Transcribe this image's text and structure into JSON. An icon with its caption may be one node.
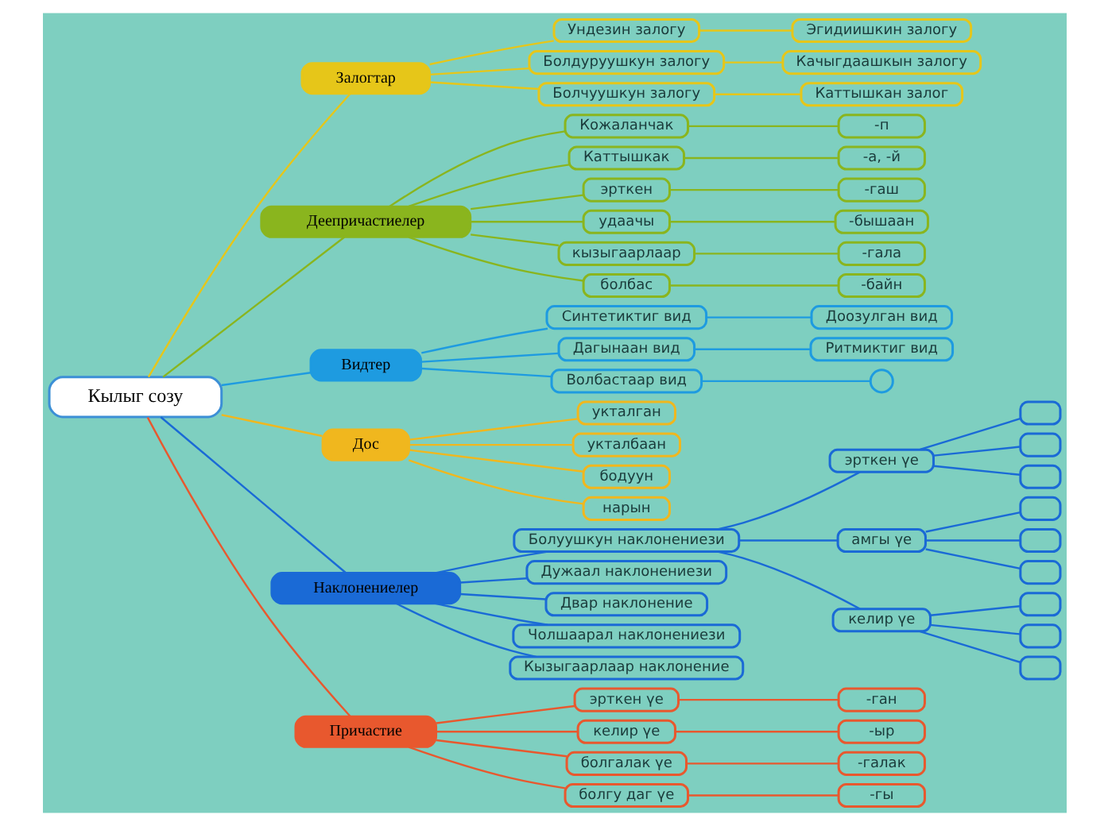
{
  "diagram": {
    "nodes": [
      {
        "text": [
          "Кылыг созу"
        ]
      },
      {
        "text": [
          "Залогтар"
        ]
      },
      {
        "text": [
          "Ундезин залогу"
        ]
      },
      {
        "text": [
          "Эгидиишкин залогу"
        ]
      },
      {
        "text": [
          "Болдуруушкун залогу"
        ]
      },
      {
        "text": [
          "Качыгдаашкын залогу"
        ]
      },
      {
        "text": [
          "Болчуушкун залогу"
        ]
      },
      {
        "text": [
          "Каттышкан залог"
        ]
      },
      {
        "text": [
          "Деепричастиелер"
        ]
      },
      {
        "text": [
          "Кожаланчак"
        ]
      },
      {
        "text": [
          "-п"
        ]
      },
      {
        "text": [
          "Каттышкак"
        ]
      },
      {
        "text": [
          "-а, -й"
        ]
      },
      {
        "text": [
          "эрткен"
        ]
      },
      {
        "text": [
          "-гаш"
        ]
      },
      {
        "text": [
          "удаачы"
        ]
      },
      {
        "text": [
          "-бышаан"
        ]
      },
      {
        "text": [
          "кызыгаарлаар"
        ]
      },
      {
        "text": [
          "-гала"
        ]
      },
      {
        "text": [
          "болбас"
        ]
      },
      {
        "text": [
          "-байн"
        ]
      },
      {
        "text": [
          "Видтер"
        ]
      },
      {
        "text": [
          "Синтетиктиг вид"
        ]
      },
      {
        "text": [
          "Доозулган вид"
        ]
      },
      {
        "text": [
          "Дагынаан вид"
        ]
      },
      {
        "text": [
          "Ритмиктиг вид"
        ]
      },
      {
        "text": [
          "Волбастаар вид"
        ]
      },
      {
        "text": [],
        "shape": "circle"
      },
      {
        "text": [
          "Дос"
        ]
      },
      {
        "text": [
          "укталган"
        ]
      },
      {
        "text": [
          "укталбаан"
        ]
      },
      {
        "text": [
          "бодуун"
        ]
      },
      {
        "text": [
          "нарын"
        ]
      },
      {
        "text": [
          "Наклонениелер"
        ]
      },
      {
        "text": [
          "Болуушкун наклонениези"
        ]
      },
      {
        "text": [
          "эрткен үе"
        ]
      },
      {
        "text": [],
        "shape": "box"
      },
      {
        "text": [],
        "shape": "box"
      },
      {
        "text": [],
        "shape": "box"
      },
      {
        "text": [
          "амгы үе"
        ]
      },
      {
        "text": [],
        "shape": "box"
      },
      {
        "text": [],
        "shape": "box"
      },
      {
        "text": [],
        "shape": "box"
      },
      {
        "text": [
          "келир үе"
        ]
      },
      {
        "text": [],
        "shape": "box"
      },
      {
        "text": [],
        "shape": "box"
      },
      {
        "text": [],
        "shape": "box"
      },
      {
        "text": [
          "Дужаал наклонениези"
        ]
      },
      {
        "text": [
          "Двар наклонение"
        ]
      },
      {
        "text": [
          "Чолшаарал наклонениези"
        ]
      },
      {
        "text": [
          "Кызыгаарлаар наклонение"
        ]
      },
      {
        "text": [
          "Причастие"
        ]
      },
      {
        "text": [
          "эрткен үе"
        ]
      },
      {
        "text": [
          "-ган"
        ]
      },
      {
        "text": [
          "келир үе"
        ]
      },
      {
        "text": [
          "-ыр"
        ]
      },
      {
        "text": [
          "болгалак үе"
        ]
      },
      {
        "text": [
          "-галак"
        ]
      },
      {
        "text": [
          "болгу даг үе"
        ]
      },
      {
        "text": [
          "-гы"
        ]
      }
    ],
    "edges": [
      {
        "from": 0,
        "to": 1,
        "arrow": "none",
        "color": "#e6c619"
      },
      {
        "from": 1,
        "to": 2,
        "arrow": "none",
        "color": "#e6c619"
      },
      {
        "from": 2,
        "to": 3,
        "arrow": "none",
        "color": "#e6c619"
      },
      {
        "from": 1,
        "to": 4,
        "arrow": "none",
        "color": "#e6c619"
      },
      {
        "from": 4,
        "to": 5,
        "arrow": "none",
        "color": "#e6c619"
      },
      {
        "from": 1,
        "to": 6,
        "arrow": "none",
        "color": "#e6c619"
      },
      {
        "from": 6,
        "to": 7,
        "arrow": "none",
        "color": "#e6c619"
      },
      {
        "from": 0,
        "to": 8,
        "arrow": "none",
        "color": "#8ab51e"
      },
      {
        "from": 8,
        "to": 9,
        "arrow": "none",
        "color": "#8ab51e"
      },
      {
        "from": 9,
        "to": 10,
        "arrow": "none",
        "color": "#8ab51e"
      },
      {
        "from": 8,
        "to": 11,
        "arrow": "none",
        "color": "#8ab51e"
      },
      {
        "from": 11,
        "to": 12,
        "arrow": "none",
        "color": "#8ab51e"
      },
      {
        "from": 8,
        "to": 13,
        "arrow": "none",
        "color": "#8ab51e"
      },
      {
        "from": 13,
        "to": 14,
        "arrow": "none",
        "color": "#8ab51e"
      },
      {
        "from": 8,
        "to": 15,
        "arrow": "none",
        "color": "#8ab51e"
      },
      {
        "from": 15,
        "to": 16,
        "arrow": "none",
        "color": "#8ab51e"
      },
      {
        "from": 8,
        "to": 17,
        "arrow": "none",
        "color": "#8ab51e"
      },
      {
        "from": 17,
        "to": 18,
        "arrow": "none",
        "color": "#8ab51e"
      },
      {
        "from": 8,
        "to": 19,
        "arrow": "none",
        "color": "#8ab51e"
      },
      {
        "from": 19,
        "to": 20,
        "arrow": "none",
        "color": "#8ab51e"
      },
      {
        "from": 0,
        "to": 21,
        "arrow": "none",
        "color": "#1e9be0"
      },
      {
        "from": 21,
        "to": 22,
        "arrow": "none",
        "color": "#1e9be0"
      },
      {
        "from": 22,
        "to": 23,
        "arrow": "none",
        "color": "#1e9be0"
      },
      {
        "from": 21,
        "to": 24,
        "arrow": "none",
        "color": "#1e9be0"
      },
      {
        "from": 24,
        "to": 25,
        "arrow": "none",
        "color": "#1e9be0"
      },
      {
        "from": 21,
        "to": 26,
        "arrow": "none",
        "color": "#1e9be0"
      },
      {
        "from": 26,
        "to": 27,
        "arrow": "none",
        "color": "#1e9be0"
      },
      {
        "from": 0,
        "to": 28,
        "arrow": "none",
        "color": "#f0b71e"
      },
      {
        "from": 28,
        "to": 29,
        "arrow": "none",
        "color": "#f0b71e"
      },
      {
        "from": 28,
        "to": 30,
        "arrow": "none",
        "color": "#f0b71e"
      },
      {
        "from": 28,
        "to": 31,
        "arrow": "none",
        "color": "#f0b71e"
      },
      {
        "from": 28,
        "to": 32,
        "arrow": "none",
        "color": "#f0b71e"
      },
      {
        "from": 0,
        "to": 33,
        "arrow": "none",
        "color": "#1a6ad6"
      },
      {
        "from": 33,
        "to": 34,
        "arrow": "none",
        "color": "#1a6ad6"
      },
      {
        "from": 34,
        "to": 35,
        "arrow": "none",
        "color": "#1a6ad6"
      },
      {
        "from": 35,
        "to": 36,
        "arrow": "none",
        "color": "#1a6ad6"
      },
      {
        "from": 35,
        "to": 37,
        "arrow": "none",
        "color": "#1a6ad6"
      },
      {
        "from": 35,
        "to": 38,
        "arrow": "none",
        "color": "#1a6ad6"
      },
      {
        "from": 34,
        "to": 39,
        "arrow": "none",
        "color": "#1a6ad6"
      },
      {
        "from": 39,
        "to": 40,
        "arrow": "none",
        "color": "#1a6ad6"
      },
      {
        "from": 39,
        "to": 41,
        "arrow": "none",
        "color": "#1a6ad6"
      },
      {
        "from": 39,
        "to": 42,
        "arrow": "none",
        "color": "#1a6ad6"
      },
      {
        "from": 34,
        "to": 43,
        "arrow": "none",
        "color": "#1a6ad6"
      },
      {
        "from": 43,
        "to": 44,
        "arrow": "none",
        "color": "#1a6ad6"
      },
      {
        "from": 43,
        "to": 45,
        "arrow": "none",
        "color": "#1a6ad6"
      },
      {
        "from": 43,
        "to": 46,
        "arrow": "none",
        "color": "#1a6ad6"
      },
      {
        "from": 33,
        "to": 47,
        "arrow": "none",
        "color": "#1a6ad6"
      },
      {
        "from": 33,
        "to": 48,
        "arrow": "none",
        "color": "#1a6ad6"
      },
      {
        "from": 33,
        "to": 49,
        "arrow": "none",
        "color": "#1a6ad6"
      },
      {
        "from": 33,
        "to": 50,
        "arrow": "none",
        "color": "#1a6ad6"
      },
      {
        "from": 0,
        "to": 51,
        "arrow": "none",
        "color": "#e8582e"
      },
      {
        "from": 51,
        "to": 52,
        "arrow": "none",
        "color": "#e8582e"
      },
      {
        "from": 52,
        "to": 53,
        "arrow": "none",
        "color": "#e8582e"
      },
      {
        "from": 51,
        "to": 54,
        "arrow": "none",
        "color": "#e8582e"
      },
      {
        "from": 54,
        "to": 55,
        "arrow": "none",
        "color": "#e8582e"
      },
      {
        "from": 51,
        "to": 56,
        "arrow": "none",
        "color": "#e8582e"
      },
      {
        "from": 56,
        "to": 57,
        "arrow": "none",
        "color": "#e8582e"
      },
      {
        "from": 51,
        "to": 58,
        "arrow": "none",
        "color": "#e8582e"
      },
      {
        "from": 58,
        "to": 59,
        "arrow": "none",
        "color": "#e8582e"
      }
    ]
  }
}
